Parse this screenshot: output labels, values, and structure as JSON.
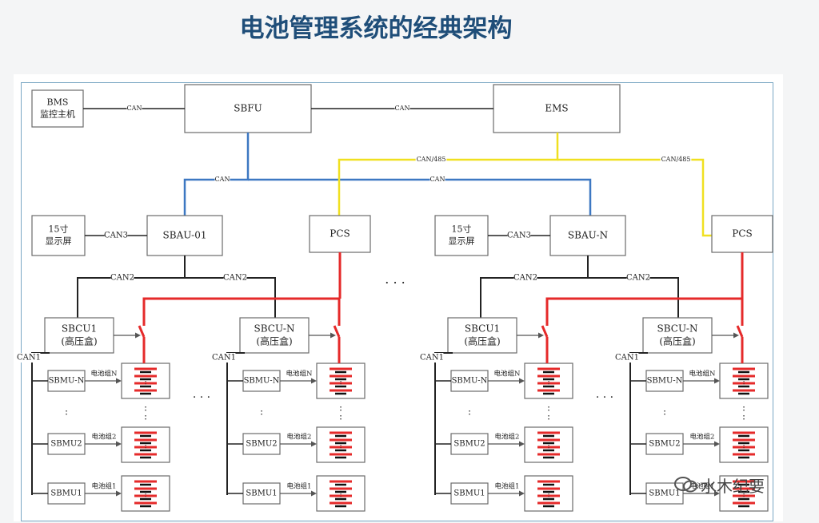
{
  "title": "电池管理系统的经典架构",
  "nodes": {
    "bms": [
      "BMS",
      "监控主机"
    ],
    "sbfu": "SBFU",
    "ems": "EMS",
    "screen": [
      "15寸",
      "显示屏"
    ],
    "sbau_01": "SBAU-01",
    "sbau_n": "SBAU-N",
    "pcs": "PCS",
    "sbcu1": [
      "SBCU1",
      "(高压盒)"
    ],
    "sbcu_n": [
      "SBCU-N",
      "(高压盒)"
    ],
    "sbmu_n": "SBMU-N",
    "sbmu2": "SBMU2",
    "sbmu1": "SBMU1"
  },
  "labels": {
    "can": "CAN",
    "can_485": "CAN/485",
    "can1": "CAN1",
    "can2": "CAN2",
    "can3": "CAN3",
    "pack_n": "电池组N",
    "pack_2": "电池组2",
    "pack_1": "电池组1",
    "ellipsis": "· · ·",
    "vdots": ":"
  },
  "watermark": "水木纪要",
  "colors": {
    "can_blue": "#3d78c2",
    "can485_yellow": "#f0e020",
    "power_red": "#e52a2a",
    "line_black": "#222222",
    "title_blue": "#1f4e79"
  }
}
